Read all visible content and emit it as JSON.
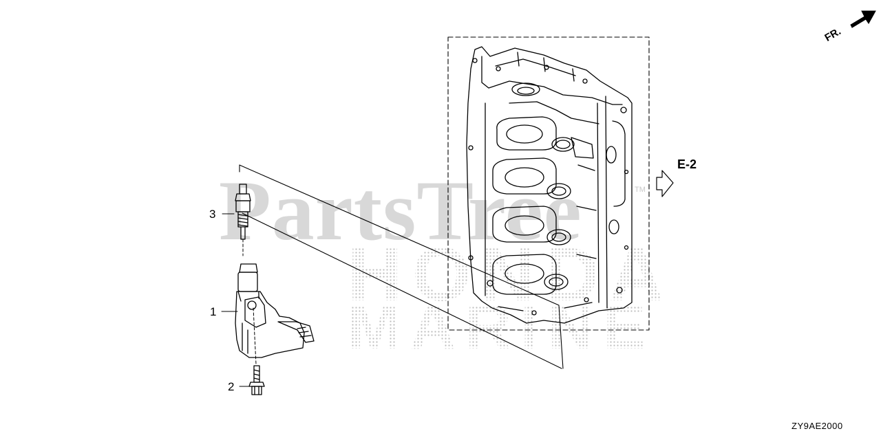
{
  "watermark": {
    "text": "PartsTree",
    "tm": "TM",
    "brand_line": "HONDA",
    "marine_line": "MARINE"
  },
  "labels": {
    "front": "FR.",
    "ref": "E-2",
    "code": "ZY9AE2000"
  },
  "callouts": [
    {
      "number": "1"
    },
    {
      "number": "2"
    },
    {
      "number": "3"
    }
  ]
}
